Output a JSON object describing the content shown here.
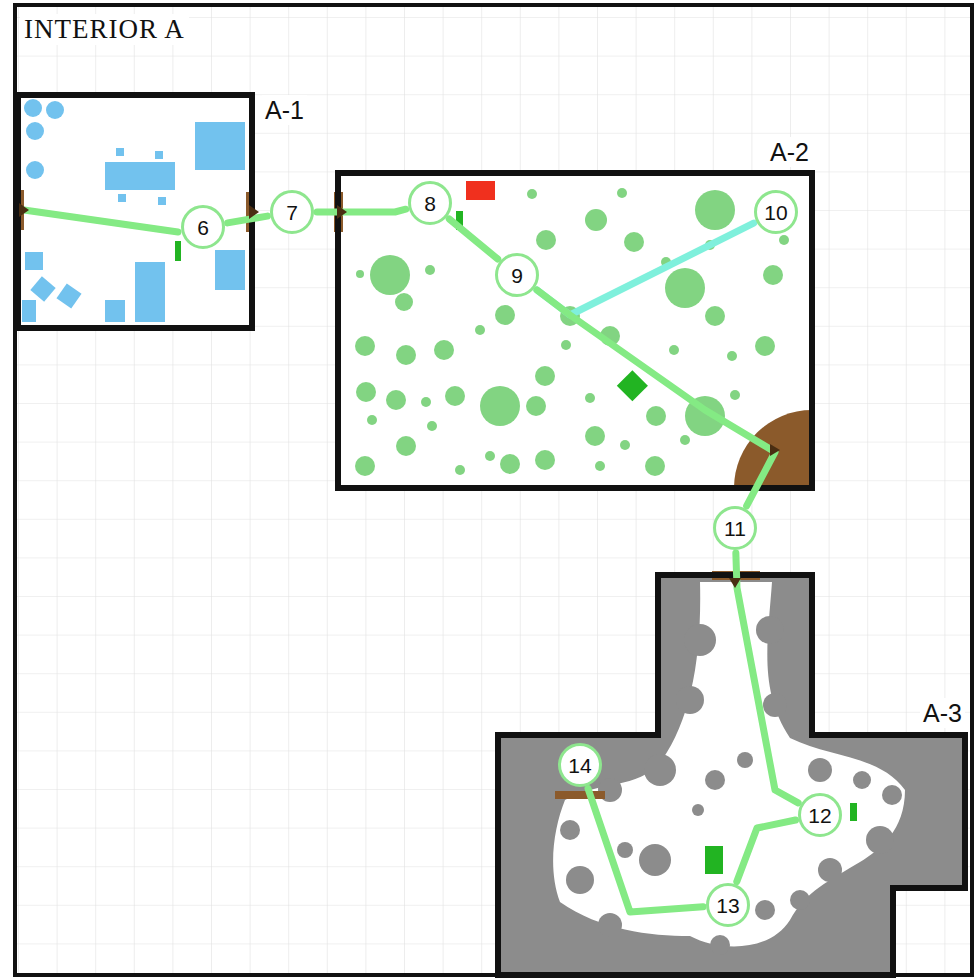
{
  "diagram": {
    "title": "INTERIOR A",
    "nodes": [
      {
        "text": [
          "A-1"
        ]
      },
      {
        "text": [
          "6"
        ],
        "in": 0
      },
      {
        "text": [
          "7"
        ]
      },
      {
        "text": [
          "A-2"
        ]
      },
      {
        "text": [
          "8"
        ],
        "in": 3
      },
      {
        "text": [
          "9"
        ],
        "in": 3
      },
      {
        "text": [
          "10"
        ],
        "in": 3
      },
      {
        "text": [
          "11"
        ]
      },
      {
        "text": [
          "A-3"
        ]
      },
      {
        "text": [
          "14"
        ],
        "in": 8
      },
      {
        "text": [
          "12"
        ],
        "in": 8
      },
      {
        "text": [
          "13"
        ],
        "in": 8
      }
    ],
    "edges": [
      {
        "from": 1,
        "to": 2,
        "arrow": "none"
      },
      {
        "from": 2,
        "to": 4,
        "arrow": "none"
      },
      {
        "from": 4,
        "to": 5,
        "arrow": "none"
      },
      {
        "from": 5,
        "to": 6,
        "arrow": "none"
      },
      {
        "from": 5,
        "to": 7,
        "arrow": "none"
      },
      {
        "from": 7,
        "to": 10,
        "arrow": "none"
      },
      {
        "from": 10,
        "to": 11,
        "arrow": "none"
      },
      {
        "from": 11,
        "to": 9,
        "arrow": "none"
      }
    ]
  }
}
